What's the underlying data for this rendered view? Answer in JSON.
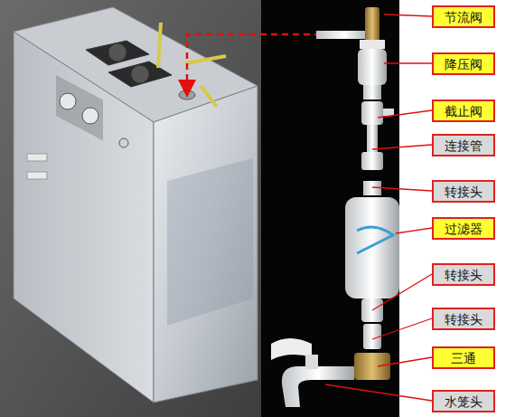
{
  "diagram": {
    "nodes": [
      {
        "text": [
          "节流阀"
        ]
      },
      {
        "text": [
          "降压阀"
        ]
      },
      {
        "text": [
          "截止阀"
        ]
      },
      {
        "text": [
          "连接管"
        ]
      },
      {
        "text": [
          "转接头"
        ]
      },
      {
        "text": [
          "过滤器"
        ]
      },
      {
        "text": [
          "转接头"
        ]
      },
      {
        "text": [
          "转接头"
        ]
      },
      {
        "text": [
          "三通"
        ]
      },
      {
        "text": [
          "水笼头"
        ]
      }
    ]
  }
}
